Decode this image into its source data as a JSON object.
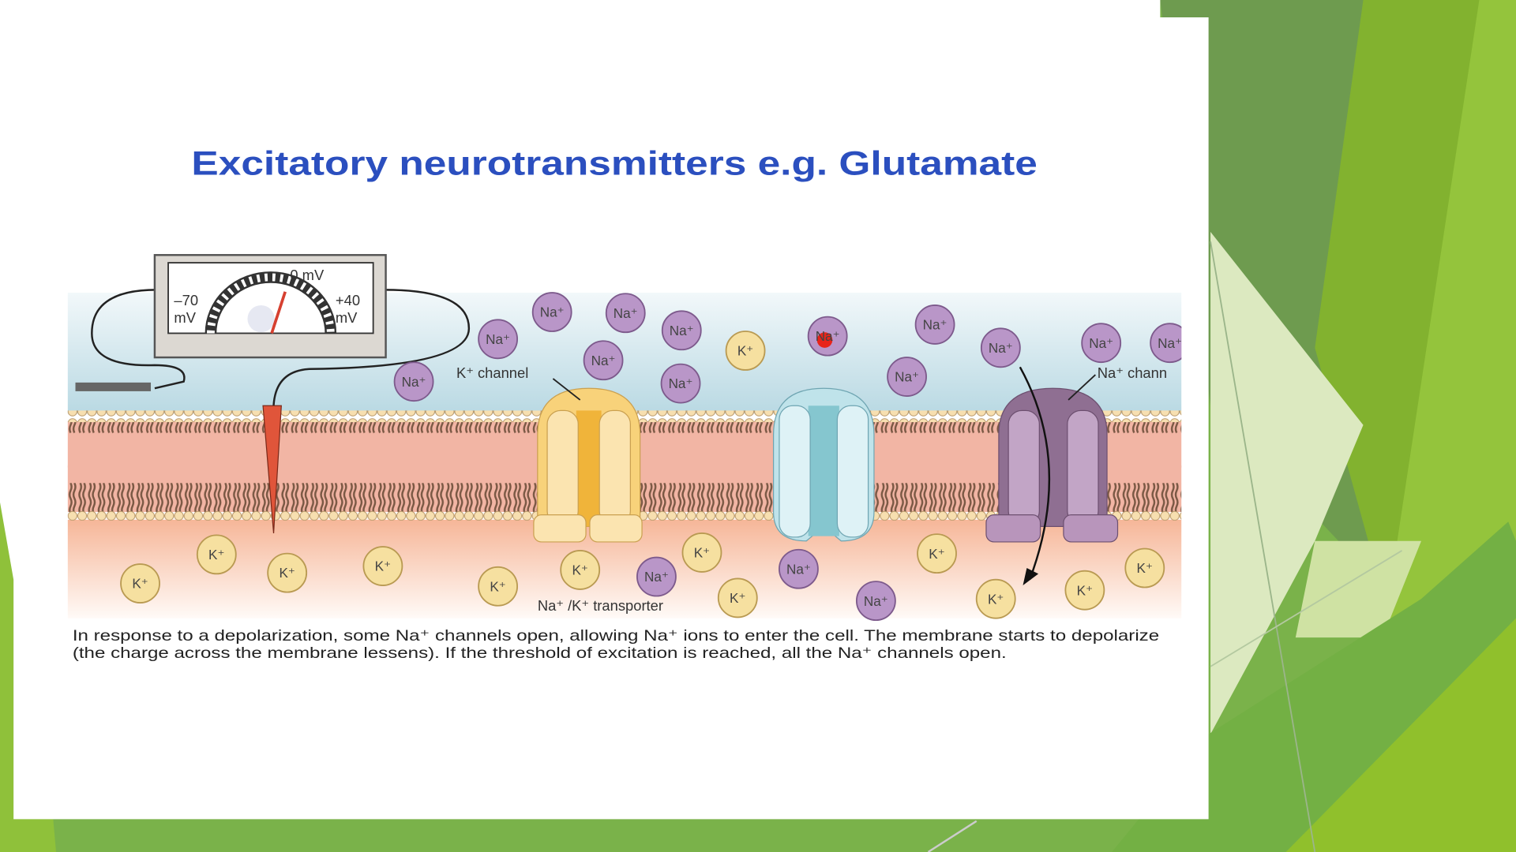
{
  "slide": {
    "title": "Excitatory neurotransmitters e.g. Glutamate",
    "caption_line1": "In response to a depolarization, some Na⁺ channels open, allowing Na⁺ ions to enter the cell. The membrane starts to depolarize",
    "caption_line2": "(the charge across the membrane lessens). If the threshold of excitation is reached, all the Na⁺ channels open."
  },
  "diagram": {
    "meter": {
      "zero": "0 mV",
      "min_value": "–70",
      "min_unit": "mV",
      "max_value": "+40",
      "max_unit": "mV"
    },
    "labels": {
      "k_channel": "K⁺ channel",
      "transporter": "Na⁺ /K⁺ transporter",
      "na_channel": "Na⁺ chann"
    },
    "ions": {
      "sodium": "Na⁺",
      "potassium": "K⁺"
    }
  },
  "colors": {
    "title": "#2b4fbf",
    "sodium_ion": "#b996c8",
    "potassium_ion": "#f6e0a0",
    "k_channel": "#f3c25a",
    "na_channel": "#8f6f92",
    "transporter": "#bfe3ea"
  }
}
